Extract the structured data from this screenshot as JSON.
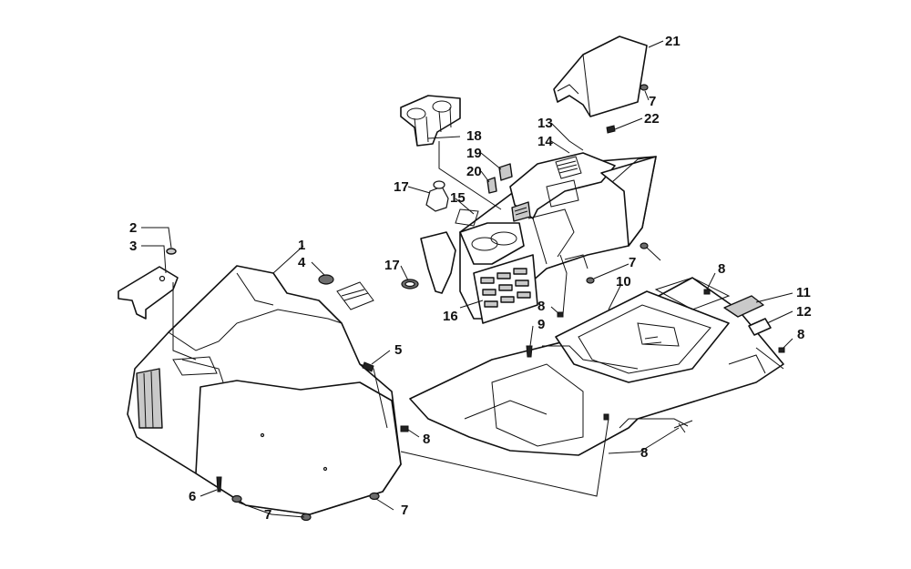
{
  "callouts": {
    "c1": "1",
    "c2": "2",
    "c3": "3",
    "c4": "4",
    "c5": "5",
    "c6": "6",
    "c7a": "7",
    "c7b": "7",
    "c7c": "7",
    "c7d": "7",
    "c8a": "8",
    "c8b": "8",
    "c8c": "8",
    "c8d": "8",
    "c8e": "8",
    "c9": "9",
    "c10": "10",
    "c11": "11",
    "c12": "12",
    "c13": "13",
    "c14": "14",
    "c15": "15",
    "c16": "16",
    "c17a": "17",
    "c17b": "17",
    "c18": "18",
    "c19": "19",
    "c20": "20",
    "c21": "21",
    "c22": "22"
  }
}
